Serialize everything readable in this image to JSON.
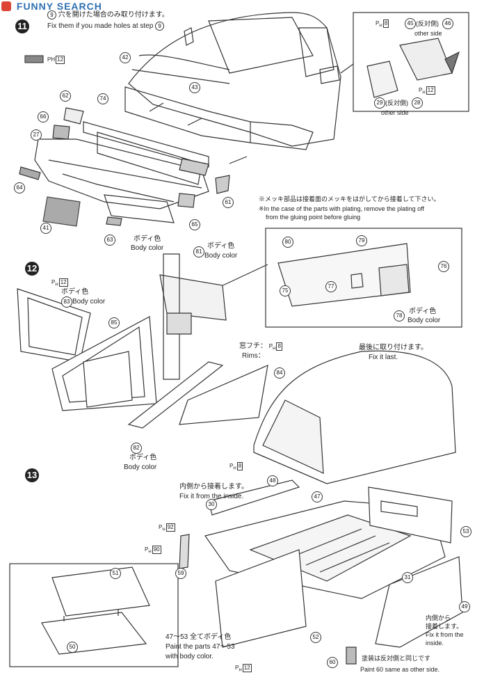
{
  "watermark": {
    "text": "FUNNY SEARCH"
  },
  "step11": {
    "badge": "11",
    "note_jp": "穴を開けた場合のみ取り付けます。",
    "note_en": "Fix them if you made holes at step",
    "step_ref": "9",
    "paint_label": "PH",
    "paint_code": "12",
    "parts": [
      "42",
      "43",
      "62",
      "74",
      "66",
      "27",
      "64",
      "41",
      "63",
      "65",
      "61"
    ],
    "body_color_jp": "ボディ色",
    "body_color_en": "Body color"
  },
  "mirror_box": {
    "paint_top": "8",
    "part_45": "45",
    "opp_jp": "(反対側)",
    "part_46": "46",
    "other_side": "other side",
    "paint_bottom": "12",
    "part_29": "29",
    "part_28": "28"
  },
  "plating_note": {
    "jp": "※メッキ部品は接着面のメッキをはがしてから接着して下さい。",
    "en1": "※In the case of the parts with plating, remove the plating off",
    "en2": "from the gluing point before gluing"
  },
  "step12": {
    "badge": "12",
    "paint_code": "12",
    "part_83": "83",
    "part_81": "81",
    "part_85": "85",
    "part_84": "84",
    "part_82": "82",
    "rims_jp": "窓フチ：",
    "rims_en": "Rims：",
    "rims_code": "8",
    "body_color_jp": "ボディ色",
    "body_color_en": "Body color"
  },
  "detail_box": {
    "parts": [
      "80",
      "79",
      "76",
      "75",
      "77",
      "78"
    ],
    "body_color_jp": "ボディ色",
    "body_color_en": "Body color"
  },
  "step13": {
    "badge": "13",
    "fix_last_jp": "最後に取り付けます。",
    "fix_last_en": "Fix it last.",
    "paint_8": "8",
    "inside_jp": "内側から接着します。",
    "inside_en": "Fix it from the inside.",
    "parts": [
      "48",
      "47",
      "30",
      "53",
      "31",
      "49",
      "59",
      "52",
      "60"
    ],
    "paint_92": "92",
    "paint_90": "90",
    "paint_12": "12",
    "range_jp": "47〜53 全てボディ色",
    "range_en1": "Paint the parts 47〜53",
    "range_en2": "with body color.",
    "right_inside_jp1": "内側から",
    "right_inside_jp2": "接着します。",
    "right_inside_en1": "Fix it from the",
    "right_inside_en2": "inside.",
    "bottom_jp": "塗装は反対側と同じです",
    "bottom_en": "Paint 60 same as other side.",
    "box_parts": [
      "51",
      "50"
    ]
  }
}
